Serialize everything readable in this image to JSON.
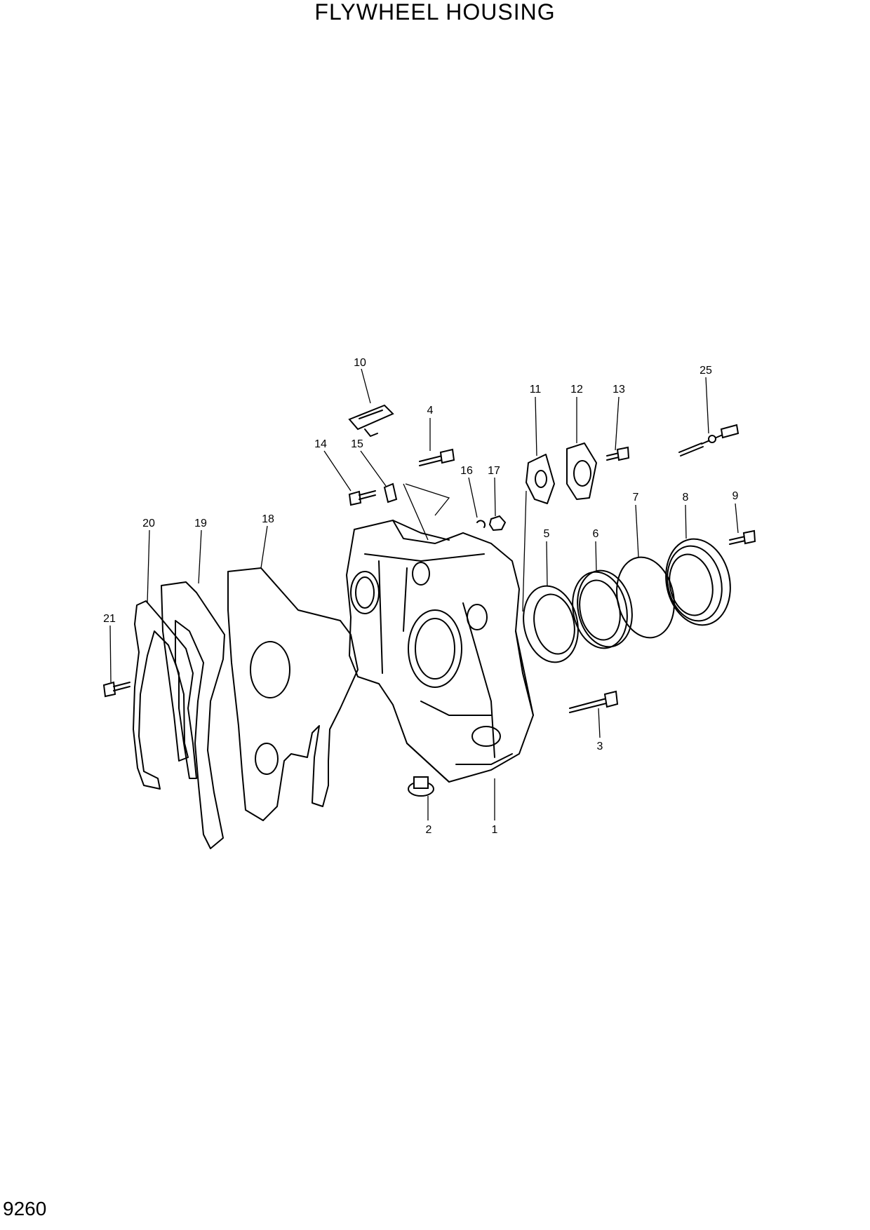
{
  "title": "FLYWHEEL HOUSING",
  "page_number": "9260",
  "callouts": [
    "1",
    "2",
    "3",
    "4",
    "5",
    "6",
    "7",
    "8",
    "9",
    "10",
    "11",
    "12",
    "13",
    "14",
    "15",
    "16",
    "17",
    "18",
    "19",
    "20",
    "21",
    "25"
  ]
}
